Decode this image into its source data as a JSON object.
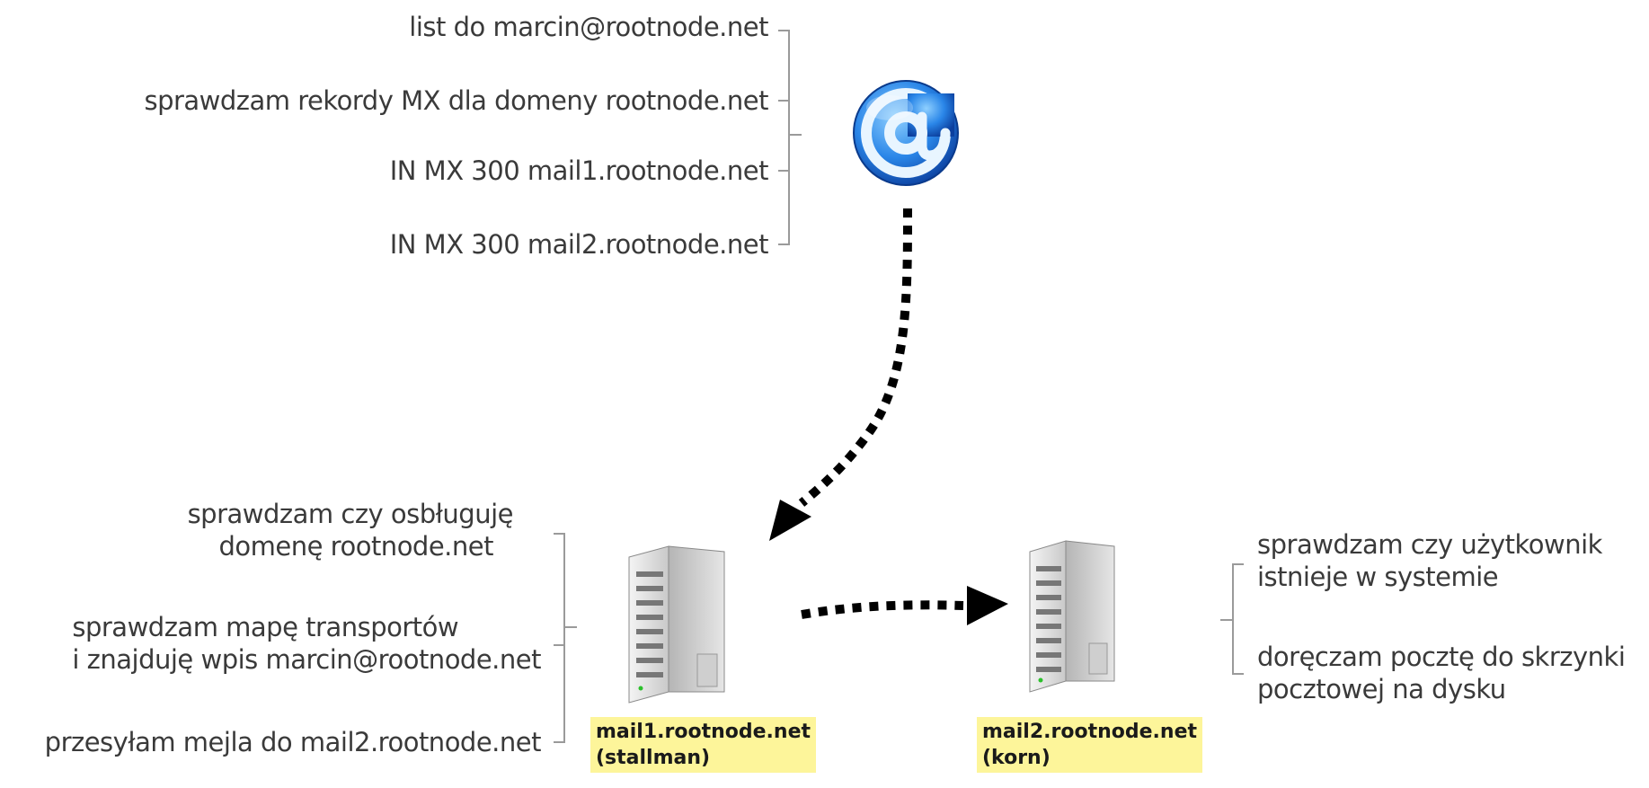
{
  "top_steps": [
    "list do marcin@rootnode.net",
    "sprawdzam rekordy MX dla domeny rootnode.net",
    "IN MX 300 mail1.rootnode.net",
    "IN MX 300 mail2.rootnode.net"
  ],
  "mail1_steps": [
    [
      "sprawdzam czy osbługuję",
      "domenę rootnode.net"
    ],
    [
      "sprawdzam mapę transportów",
      "i znajduję wpis marcin@rootnode.net"
    ],
    [
      "przesyłam mejla do mail2.rootnode.net"
    ]
  ],
  "mail2_steps": [
    [
      "sprawdzam czy użytkownik",
      "istnieje w systemie"
    ],
    [
      "doręczam pocztę do skrzynki",
      "pocztowej na dysku"
    ]
  ],
  "servers": {
    "mail1": {
      "host": "mail1.rootnode.net",
      "name": "(stallman)"
    },
    "mail2": {
      "host": "mail2.rootnode.net",
      "name": "(korn)"
    }
  },
  "icons": {
    "email": "at-sign-icon",
    "server": "tower-server-icon"
  },
  "colors": {
    "label_bg": "#fdf59a",
    "at_blue": "#1f7be0",
    "arrow": "#000000"
  }
}
